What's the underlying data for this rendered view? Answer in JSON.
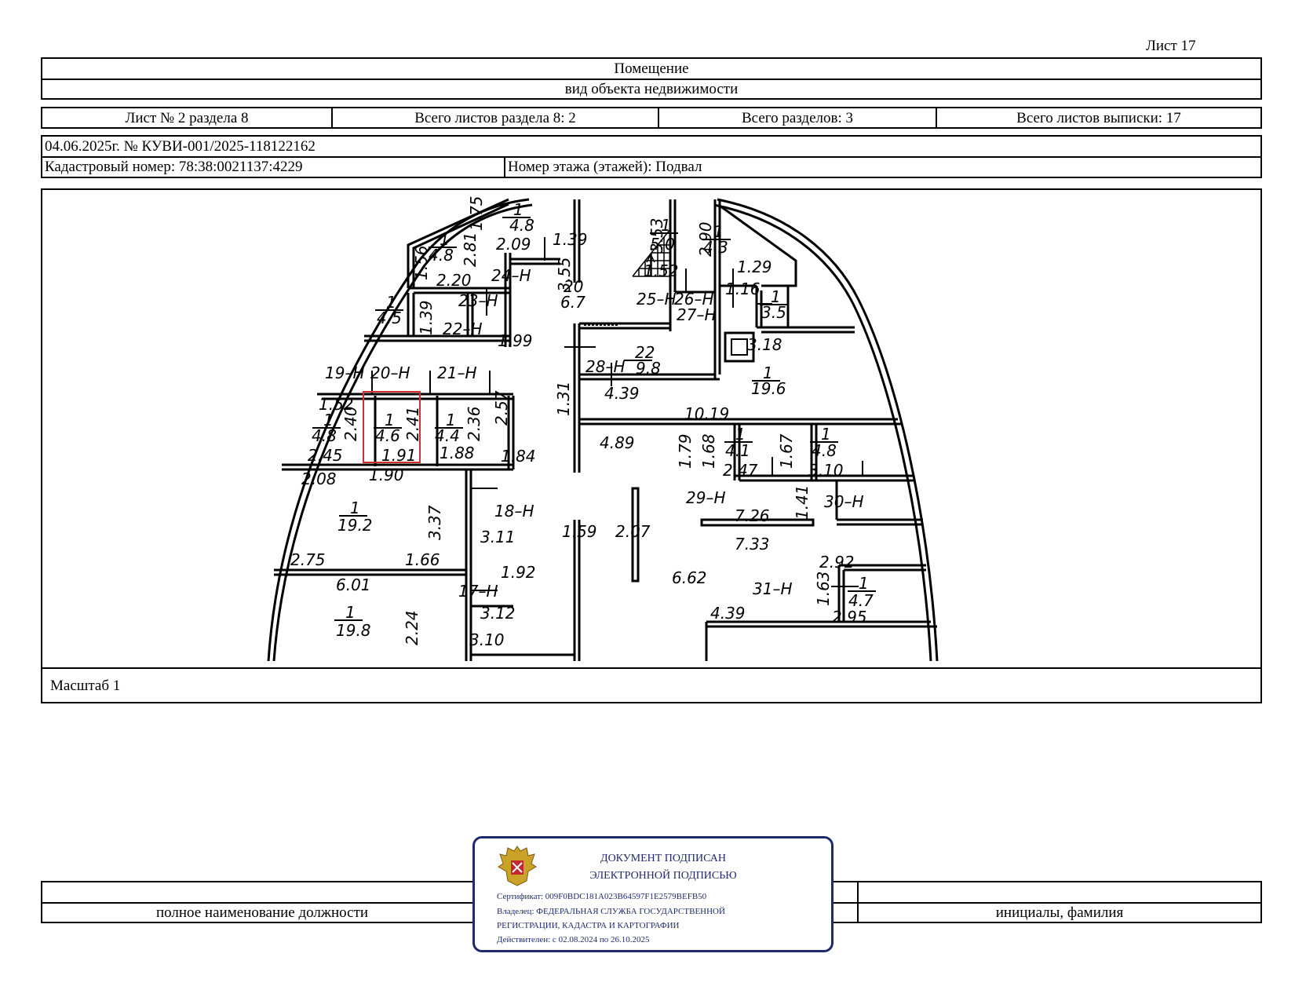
{
  "sheet_label": "Лист 17",
  "header": {
    "object_type_value": "Помещение",
    "object_type_caption": "вид объекта недвижимости"
  },
  "sheets_row": {
    "sheet_of_section": "Лист № 2 раздела 8",
    "total_sheets_section": "Всего листов раздела 8: 2",
    "total_sections": "Всего разделов: 3",
    "total_sheets_extract": "Всего листов выписки: 17"
  },
  "info": {
    "date_number": "04.06.2025г. № КУВИ-001/2025-118122162",
    "cadastral_number": "Кадастровый номер: 78:38:0021137:4229",
    "floor": "Номер этажа (этажей): Подвал"
  },
  "plan": {
    "scale": "Масштаб 1",
    "highlight_color": "#d0302b",
    "labels": [
      {
        "id": "l1",
        "text": "1.75"
      },
      {
        "id": "l2",
        "text": "1"
      },
      {
        "id": "l3",
        "text": "4.8"
      },
      {
        "id": "l4",
        "text": "1.39"
      },
      {
        "id": "l5",
        "text": "3.53"
      },
      {
        "id": "l6",
        "text": "1"
      },
      {
        "id": "l7",
        "text": "5.0"
      },
      {
        "id": "l8",
        "text": "2.90"
      },
      {
        "id": "l9",
        "text": "1"
      },
      {
        "id": "l10",
        "text": "4.3"
      },
      {
        "id": "l11",
        "text": "1"
      },
      {
        "id": "l12",
        "text": "4.8"
      },
      {
        "id": "l13",
        "text": "2.81"
      },
      {
        "id": "l14",
        "text": "2.09"
      },
      {
        "id": "l15",
        "text": "1.56"
      },
      {
        "id": "l16",
        "text": "3.55"
      },
      {
        "id": "l17",
        "text": "1.29"
      },
      {
        "id": "l18",
        "text": "24–Н"
      },
      {
        "id": "l19",
        "text": "2.20"
      },
      {
        "id": "l20",
        "text": "1.52"
      },
      {
        "id": "l21",
        "text": "20"
      },
      {
        "id": "l22",
        "text": "6.7"
      },
      {
        "id": "l23",
        "text": "1.16"
      },
      {
        "id": "l24",
        "text": "23–Н"
      },
      {
        "id": "l25",
        "text": "25–Н"
      },
      {
        "id": "l26",
        "text": "26–Н"
      },
      {
        "id": "l27",
        "text": "1"
      },
      {
        "id": "l28",
        "text": "3.5"
      },
      {
        "id": "l29",
        "text": "1"
      },
      {
        "id": "l30",
        "text": "4.5"
      },
      {
        "id": "l31",
        "text": "1.39"
      },
      {
        "id": "l32",
        "text": "22–Н"
      },
      {
        "id": "l33",
        "text": "27–Н"
      },
      {
        "id": "l34",
        "text": "1.99"
      },
      {
        "id": "l35",
        "text": "3.18"
      },
      {
        "id": "l36",
        "text": "22"
      },
      {
        "id": "l37",
        "text": "9.8"
      },
      {
        "id": "l38",
        "text": "19–Н"
      },
      {
        "id": "l39",
        "text": "20–Н"
      },
      {
        "id": "l40",
        "text": "21–Н"
      },
      {
        "id": "l41",
        "text": "28–Н"
      },
      {
        "id": "l42",
        "text": "1"
      },
      {
        "id": "l43",
        "text": "19.6"
      },
      {
        "id": "l44",
        "text": "4.39"
      },
      {
        "id": "l45",
        "text": "1.52"
      },
      {
        "id": "l46",
        "text": "2.57"
      },
      {
        "id": "l47",
        "text": "1.31"
      },
      {
        "id": "l48",
        "text": "10.19"
      },
      {
        "id": "l49",
        "text": "1"
      },
      {
        "id": "l50",
        "text": "4.8"
      },
      {
        "id": "l51",
        "text": "2.40"
      },
      {
        "id": "l52",
        "text": "1"
      },
      {
        "id": "l53",
        "text": "4.6"
      },
      {
        "id": "l54",
        "text": "2.41"
      },
      {
        "id": "l55",
        "text": "1"
      },
      {
        "id": "l56",
        "text": "4.4"
      },
      {
        "id": "l57",
        "text": "2.36"
      },
      {
        "id": "l58",
        "text": "4.89"
      },
      {
        "id": "l59",
        "text": "1.79"
      },
      {
        "id": "l60",
        "text": "1.68"
      },
      {
        "id": "l61",
        "text": "1"
      },
      {
        "id": "l62",
        "text": "4.1"
      },
      {
        "id": "l63",
        "text": "1.67"
      },
      {
        "id": "l64",
        "text": "1"
      },
      {
        "id": "l65",
        "text": "4.8"
      },
      {
        "id": "l66",
        "text": "2.45"
      },
      {
        "id": "l67",
        "text": "1.91"
      },
      {
        "id": "l68",
        "text": "1.88"
      },
      {
        "id": "l69",
        "text": "1.84"
      },
      {
        "id": "l70",
        "text": "2.47"
      },
      {
        "id": "l71",
        "text": "3.10"
      },
      {
        "id": "l72",
        "text": "2.08"
      },
      {
        "id": "l73",
        "text": "1.90"
      },
      {
        "id": "l74",
        "text": "29–Н"
      },
      {
        "id": "l75",
        "text": "30–Н"
      },
      {
        "id": "l76",
        "text": "18–Н"
      },
      {
        "id": "l77",
        "text": "7.26"
      },
      {
        "id": "l78",
        "text": "1.41"
      },
      {
        "id": "l79",
        "text": "1"
      },
      {
        "id": "l80",
        "text": "19.2"
      },
      {
        "id": "l81",
        "text": "3.37"
      },
      {
        "id": "l82",
        "text": "3.11"
      },
      {
        "id": "l83",
        "text": "1.59"
      },
      {
        "id": "l84",
        "text": "2.07"
      },
      {
        "id": "l85",
        "text": "7.33"
      },
      {
        "id": "l86",
        "text": "2.75"
      },
      {
        "id": "l87",
        "text": "1.66"
      },
      {
        "id": "l88",
        "text": "2.92"
      },
      {
        "id": "l89",
        "text": "1.92"
      },
      {
        "id": "l90",
        "text": "6.62"
      },
      {
        "id": "l91",
        "text": "6.01"
      },
      {
        "id": "l92",
        "text": "31–Н"
      },
      {
        "id": "l93",
        "text": "1.63"
      },
      {
        "id": "l94",
        "text": "1"
      },
      {
        "id": "l95",
        "text": "4.7"
      },
      {
        "id": "l96",
        "text": "17–Н"
      },
      {
        "id": "l97",
        "text": "3.12"
      },
      {
        "id": "l98",
        "text": "4.39"
      },
      {
        "id": "l99",
        "text": "2.95"
      },
      {
        "id": "l100",
        "text": "1"
      },
      {
        "id": "l101",
        "text": "19.8"
      },
      {
        "id": "l102",
        "text": "2.24"
      },
      {
        "id": "l103",
        "text": "3.10"
      }
    ]
  },
  "footer": {
    "position_caption": "полное наименование должности",
    "name_caption": "инициалы, фамилия"
  },
  "stamp": {
    "line1": "ДОКУМЕНТ ПОДПИСАН",
    "line2": "ЭЛЕКТРОННОЙ ПОДПИСЬЮ",
    "certificate": "Сертификат: 009F0BDC181A023B64597F1E2579BEFB50",
    "owner_line1": "Владелец: ФЕДЕРАЛЬНАЯ СЛУЖБА ГОСУДАРСТВЕННОЙ",
    "owner_line2": "РЕГИСТРАЦИИ, КАДАСТРА И КАРТОГРАФИИ",
    "validity": "Действителен: с 02.08.2024 по 26.10.2025",
    "border_color": "#1f2a6b"
  }
}
